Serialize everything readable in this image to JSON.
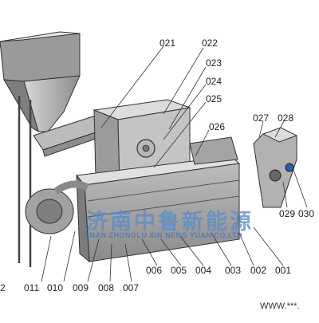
{
  "diagram": {
    "watermark_cn": "济南中鲁新能源",
    "watermark_en": "JINAN ZHONGLU XIN NENG YUAN CO.LTD",
    "footer_text": "WWW.***.",
    "callouts": {
      "c001": "001",
      "c002": "002",
      "c003": "003",
      "c004": "004",
      "c005": "005",
      "c006": "006",
      "c007": "007",
      "c008": "008",
      "c009": "009",
      "c010": "010",
      "c011": "011",
      "c012": "2",
      "c021": "021",
      "c022": "022",
      "c023": "023",
      "c024": "024",
      "c025": "025",
      "c026": "026",
      "c027": "027",
      "c028": "028",
      "c029": "029",
      "c030": "030"
    },
    "colors": {
      "metal_light": "#c9c9c9",
      "metal_mid": "#a8a8a8",
      "metal_dark": "#7d7d7d",
      "outline": "#3a3a3a",
      "watermark": "#5a8cc8"
    }
  }
}
